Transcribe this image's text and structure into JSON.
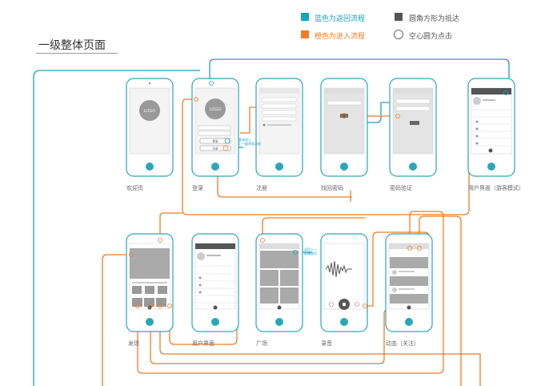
{
  "legend": {
    "blue_label": "蓝色为返回流程",
    "orange_label": "橙色为进入流程",
    "rect_label": "圆角方形为抵达",
    "circle_label": "空心圆为点击",
    "blue_color": "#1aa3bd",
    "orange_color": "#f07c24",
    "rect_color": "#555555"
  },
  "page_title": "一级整体页面",
  "screens_row1": [
    {
      "caption": "欢迎页",
      "logo": "LOGO"
    },
    {
      "caption": "登录",
      "logo": "LOGO",
      "login_btn": "登录",
      "register_btn": "注册"
    },
    {
      "caption": "注册"
    },
    {
      "caption": "找回密码"
    },
    {
      "caption": "密码验证"
    },
    {
      "caption": "用户界面（游客模式）"
    }
  ],
  "screens_row2": [
    {
      "caption": "发现"
    },
    {
      "caption": "用户界面"
    },
    {
      "caption": "广场"
    },
    {
      "caption": "录音"
    },
    {
      "caption": "动态（关注）"
    }
  ],
  "annotations": {
    "login_note": "登录进入\n上一级界面流程",
    "record_note": "返回上一\n级播放页"
  }
}
